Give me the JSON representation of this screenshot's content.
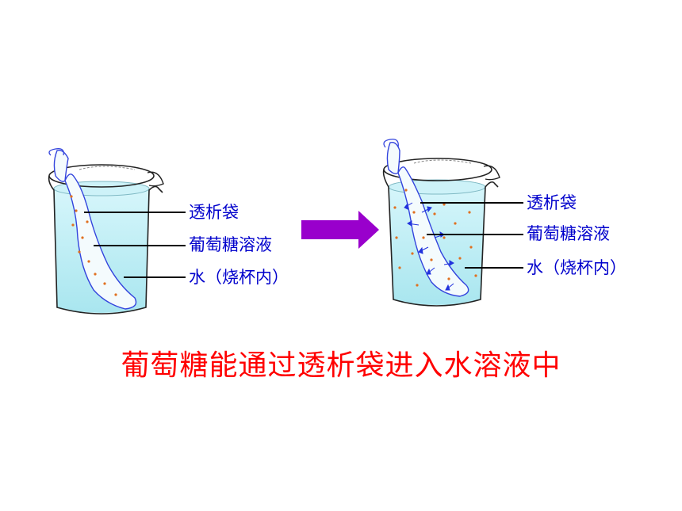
{
  "left_beaker": {
    "labels": {
      "bag": "透析袋",
      "solution": "葡萄糖溶液",
      "water": "水（烧杯内）"
    }
  },
  "right_beaker": {
    "labels": {
      "bag": "透析袋",
      "solution": "葡萄糖溶液",
      "water": "水（烧杯内）"
    }
  },
  "caption": "葡萄糖能通过透析袋进入水溶液中",
  "colors": {
    "water": "#bfeef5",
    "beaker_outline": "#222222",
    "bag_outline": "#3344dd",
    "glucose_dot": "#e07020",
    "label_text": "#0000cc",
    "arrow": "#9900cc",
    "caption": "#ff0000"
  }
}
